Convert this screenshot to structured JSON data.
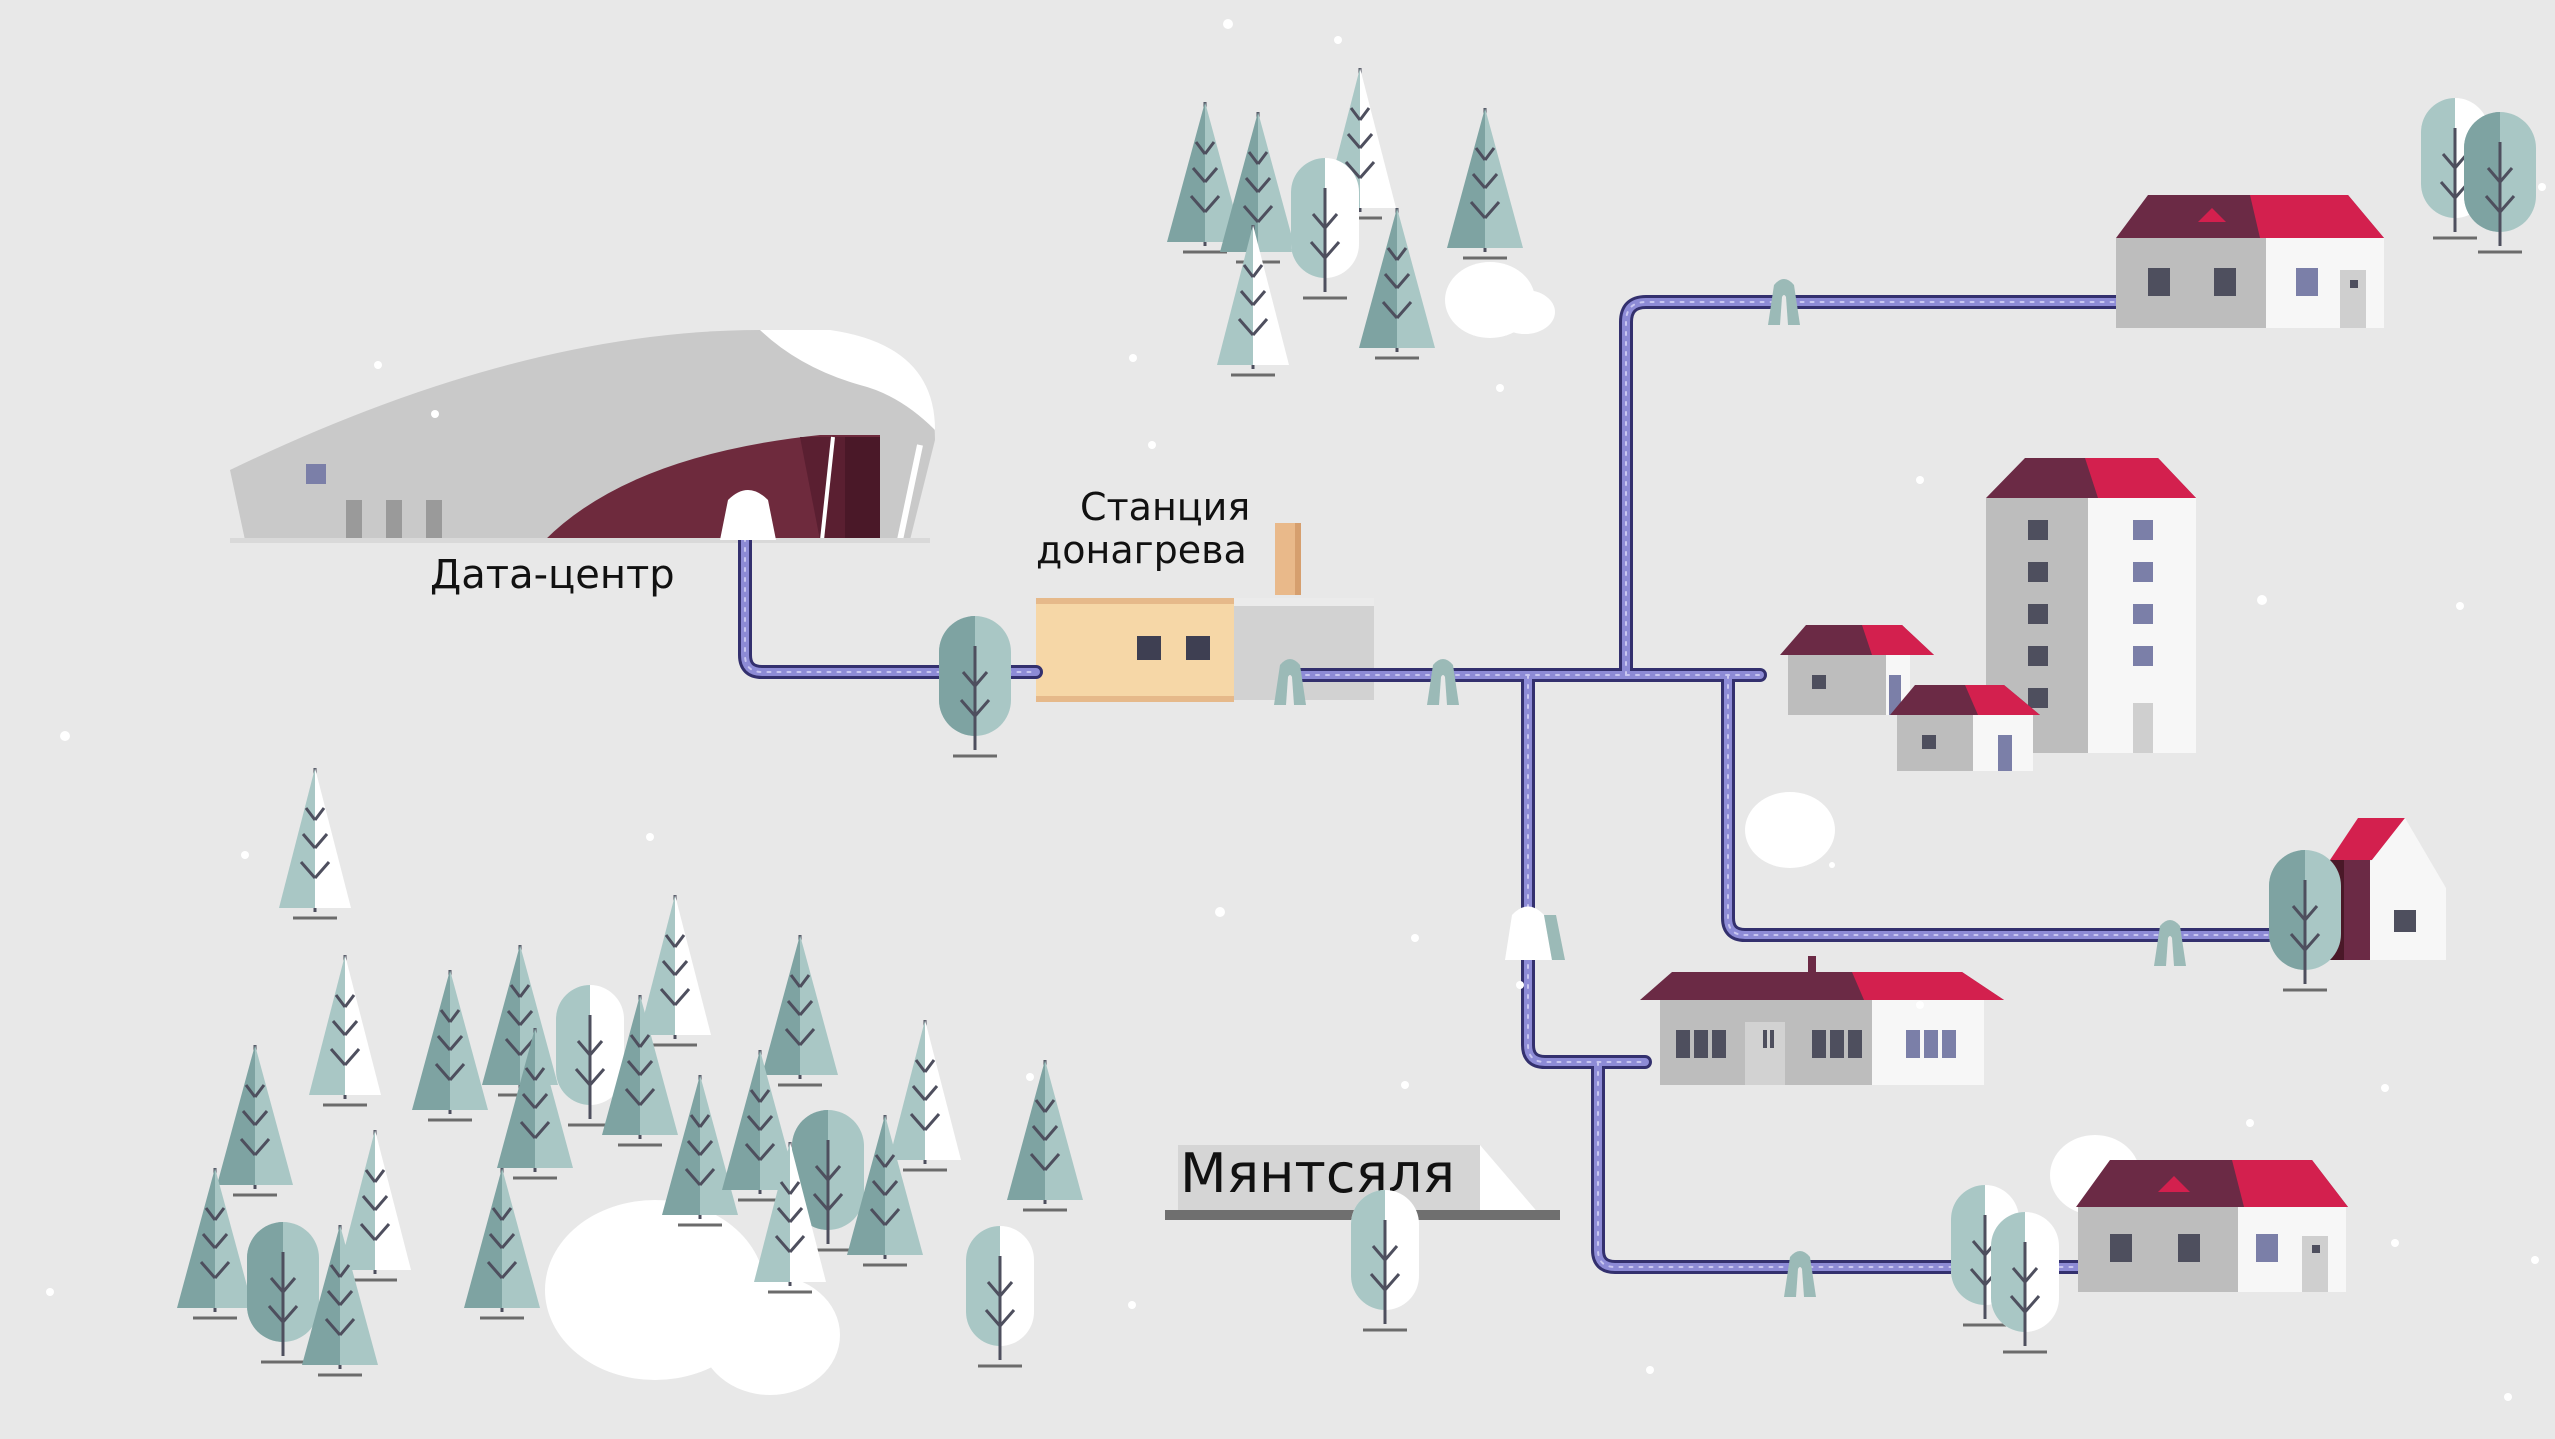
{
  "labels": {
    "datacenter": "Дата-центр",
    "station_line1": "Станция",
    "station_line2": "донагрева",
    "town": "Мянтсяля"
  },
  "colors": {
    "background": "#e8e8e8",
    "pipe": "#8d8bd6",
    "pipe_outline": "#33306e",
    "roof_red": "#d3204e",
    "roof_dark": "#6b2a45",
    "wall_gray": "#bdbdbd",
    "wall_white": "#f7f7f7",
    "window": "#4e4f5e",
    "tree_dark": "#7ea3a2",
    "tree_light": "#a9c7c5",
    "station_wall": "#f6d7a7",
    "datacenter_maroon": "#6e2a3d"
  },
  "icons": [
    "datacenter-icon",
    "heating-station-icon",
    "house-icon",
    "apartment-building-icon",
    "tree-icon",
    "pipe-support-icon",
    "snow-mound-icon",
    "road-sign-icon"
  ]
}
